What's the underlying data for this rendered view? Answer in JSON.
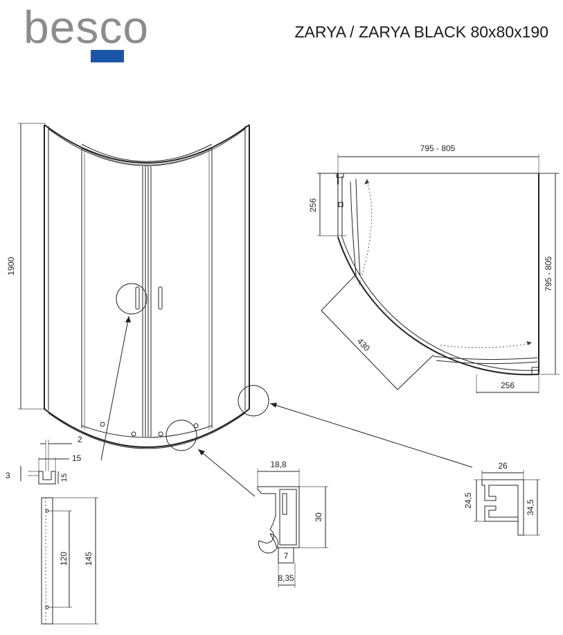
{
  "brand": {
    "logo_text": "besco",
    "accent_color": "#1a56a8",
    "gray": "#8c8c8c"
  },
  "title": "ZARYA / ZARYA BLACK 80x80x190",
  "dimensions": {
    "height": "1900",
    "top_width": "795 - 805",
    "side_width": "795 - 805",
    "door_top": "256",
    "door_bottom": "256",
    "radius": "430",
    "handle_2": "2",
    "handle_15a": "15",
    "handle_3": "3",
    "handle_15b": "15",
    "handle_120": "120",
    "handle_145": "145",
    "profile_18_8": "18,8",
    "profile_30": "30",
    "profile_7": "7",
    "profile_8_35": "8,35",
    "wall_26": "26",
    "wall_24_5": "24,5",
    "wall_34_5": "34,5"
  }
}
